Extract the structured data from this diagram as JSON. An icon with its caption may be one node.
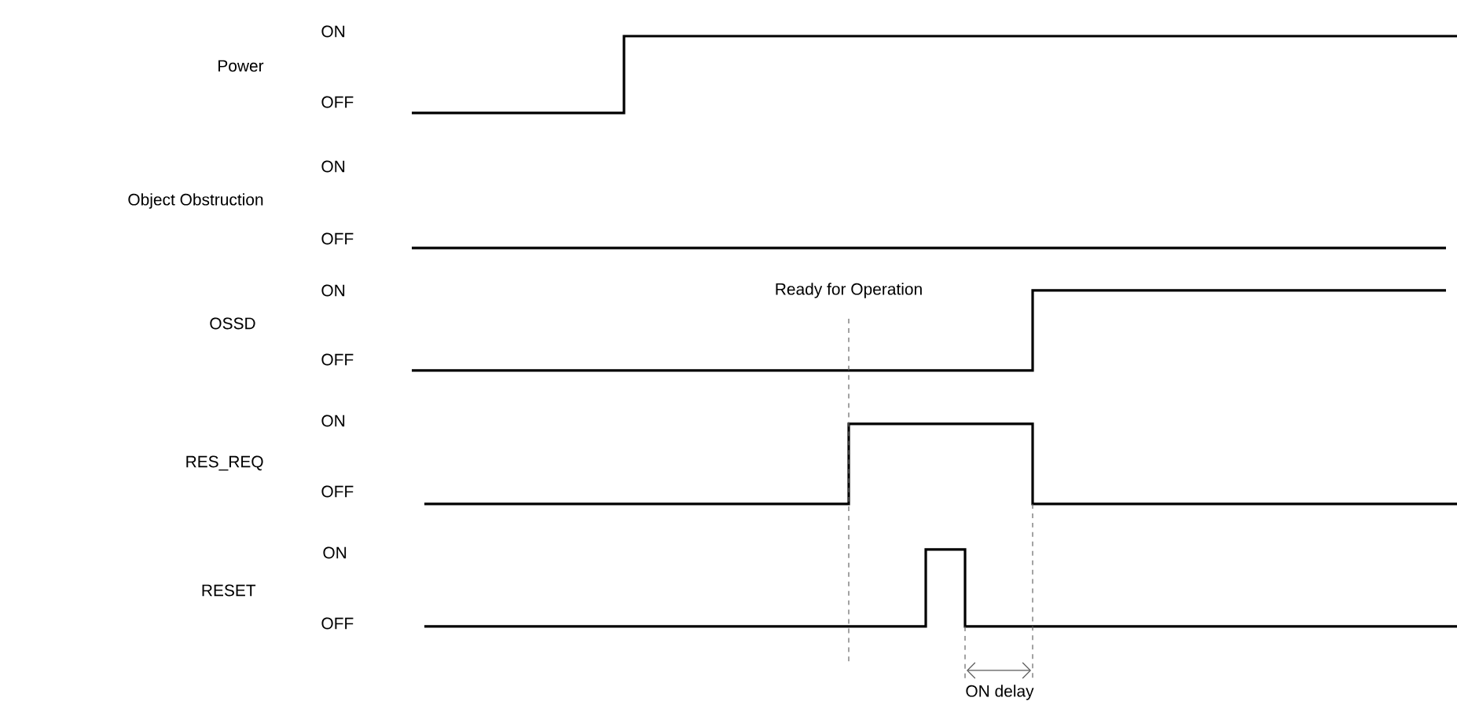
{
  "diagram": {
    "labels": [
      "ON",
      "Power",
      "OFF",
      "ON",
      "Object Obstruction",
      "OFF",
      "ON",
      "Ready for Operation",
      "OSSD",
      "OFF",
      "ON",
      "RES_REQ",
      "OFF",
      "ON",
      "RESET",
      "OFF",
      "ON delay"
    ]
  }
}
